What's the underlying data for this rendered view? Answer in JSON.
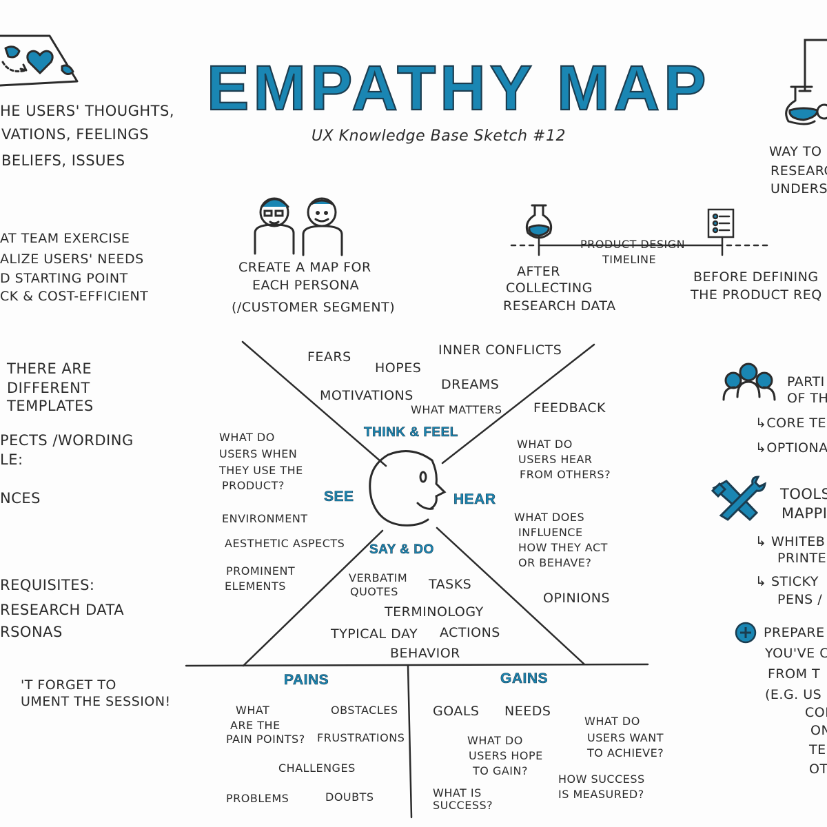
{
  "header": {
    "title": "EMPATHY MAP",
    "subtitle": "UX Knowledge Base Sketch #12"
  },
  "left": {
    "definition": [
      "HE USERS' THOUGHTS,",
      "VATIONS, FEELINGS",
      "BELIEFS, ISSUES"
    ],
    "exercise": [
      "AT TEAM EXERCISE",
      "ALIZE USERS' NEEDS",
      "D STARTING POINT",
      "CK & COST-EFFICIENT"
    ],
    "templates": [
      "THERE ARE",
      "DIFFERENT",
      "TEMPLATES"
    ],
    "aspects": [
      "PECTS /WORDING",
      "LE:"
    ],
    "nces": "NCES",
    "requisites": [
      "REQUISITES:",
      "RESEARCH DATA",
      "RSONAS"
    ],
    "forget": [
      "'T FORGET TO",
      "UMENT THE SESSION!"
    ]
  },
  "top": {
    "persona": [
      "CREATE A MAP FOR",
      "EACH PERSONA",
      "(/CUSTOMER SEGMENT)"
    ],
    "timeline_label": [
      "PRODUCT DESIGN",
      "TIMELINE"
    ],
    "after": [
      "AFTER",
      "COLLECTING",
      "RESEARCH DATA"
    ],
    "before": [
      "BEFORE DEFINING",
      "THE PRODUCT REQ"
    ]
  },
  "map": {
    "quadrant_labels": {
      "think_feel": "THINK & FEEL",
      "see": "SEE",
      "hear": "HEAR",
      "say_do": "SAY & DO"
    },
    "think_feel": [
      "FEARS",
      "HOPES",
      "INNER CONFLICTS",
      "DREAMS",
      "MOTIVATIONS",
      "WHAT MATTERS"
    ],
    "see": {
      "question": [
        "WHAT DO",
        "USERS WHEN",
        "THEY USE THE",
        "PRODUCT?"
      ],
      "items": [
        "ENVIRONMENT",
        "AESTHETIC ASPECTS",
        "PROMINENT",
        "ELEMENTS"
      ]
    },
    "hear": {
      "feedback": "FEEDBACK",
      "question1": [
        "WHAT DO",
        "USERS HEAR",
        "FROM OTHERS?"
      ],
      "question2": [
        "WHAT DOES",
        "INFLUENCE",
        "HOW THEY ACT",
        "OR BEHAVE?"
      ],
      "opinions": "OPINIONS"
    },
    "say_do": {
      "verbatim": [
        "VERBATIM",
        "QUOTES"
      ],
      "items": [
        "TASKS",
        "TERMINOLOGY",
        "TYPICAL DAY",
        "ACTIONS",
        "BEHAVIOR"
      ]
    }
  },
  "pains": {
    "label": "PAINS",
    "question": [
      "WHAT",
      "ARE THE",
      "PAIN POINTS?"
    ],
    "items": [
      "OBSTACLES",
      "FRUSTRATIONS",
      "CHALLENGES",
      "PROBLEMS",
      "DOUBTS"
    ]
  },
  "gains": {
    "label": "GAINS",
    "items": [
      "GOALS",
      "NEEDS"
    ],
    "hope": [
      "WHAT DO",
      "USERS HOPE",
      "TO GAIN?"
    ],
    "want": [
      "WHAT DO",
      "USERS WANT",
      "TO ACHIEVE?"
    ],
    "success": [
      "WHAT IS",
      "SUCCESS?"
    ],
    "measured": [
      "HOW SUCCESS",
      "IS MEASURED?"
    ]
  },
  "right": {
    "way": [
      "WAY TO",
      "RESEARC",
      "UNDERST"
    ],
    "participants": [
      "PARTI",
      "OF TH"
    ],
    "core": [
      "↳CORE TE",
      "↳OPTIONA"
    ],
    "tools": [
      "TOOLS",
      "MAPPIN"
    ],
    "whiteboard": [
      "↳ WHITEB",
      "PRINTE"
    ],
    "sticky": [
      "↳ STICKY",
      "PENS /"
    ],
    "prepare": [
      "PREPARE",
      "YOU'VE C",
      "FROM T",
      "(E.G. US",
      "COM",
      "ON",
      "TE",
      "OT"
    ]
  },
  "colors": {
    "accent": "#1a86b3",
    "ink": "#2b2b2b",
    "outline": "#1b3c4f"
  },
  "icons": [
    "map-heart-icon",
    "persona-faces-icon",
    "flask-icon",
    "checklist-icon",
    "beaker-icon",
    "team-icon",
    "tools-icon",
    "plus-circle-icon"
  ]
}
